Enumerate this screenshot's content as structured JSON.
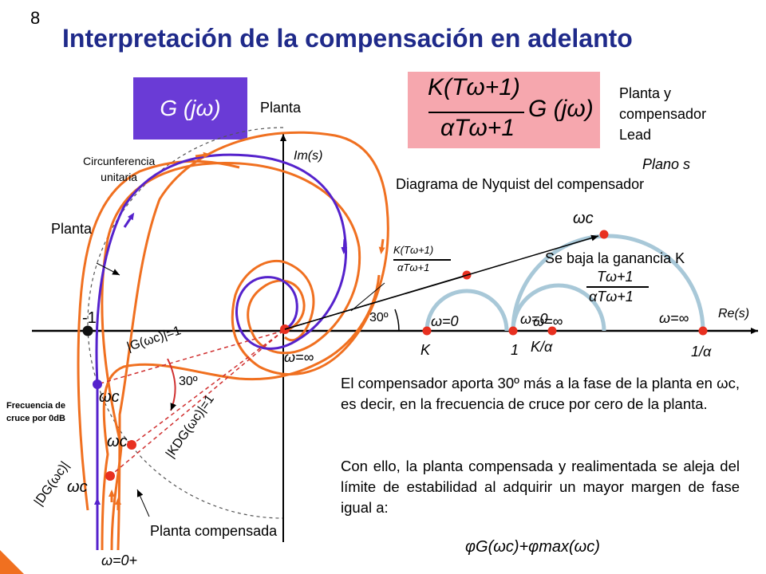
{
  "slide": {
    "page_number": "8",
    "title": "Interpretación de la compensación en adelanto"
  },
  "labels": {
    "plant_box": "G (jω)",
    "plant_caption": "Planta",
    "lead_box_num": "K(Tω+1)",
    "lead_box_den": "αTω+1",
    "lead_box_g": "G (jω)",
    "lead_caption_1": "Planta y",
    "lead_caption_2": "compensador",
    "lead_caption_3": "Lead",
    "plane": "Plano s",
    "nyquist_title": "Diagrama de Nyquist del compensador",
    "im_axis": "Im(s)",
    "re_axis": "Re(s)",
    "unit_circle_1": "Circunferencia",
    "unit_circle_2": "unitaria",
    "plant_curve": "Planta",
    "compensated_curve": "Planta compensada",
    "minus_one": "-1",
    "omega_inf_center": "ω=∞",
    "omega_zero_plus": "ω=0+",
    "g_mag": "|G(ωc)|=1",
    "kdg_mag": "|KDG(ωc)|=1",
    "dg_mag": "|DG(ωc)|",
    "angle_30_left": "30º",
    "angle_30_right": "30º",
    "omega_c_1": "ωc",
    "omega_c_2": "ωc",
    "omega_c_3": "ωc",
    "omega_c_top": "ωc",
    "crossover_1": "Frecuencia de",
    "crossover_2": "cruce por 0dB",
    "small_num": "K(Tω+1)",
    "small_den": "αTω+1",
    "lower_gain": "Se baja la ganancia K",
    "right_num": "Tω+1",
    "right_den": "αTω+1",
    "omega0_a": "ω=0",
    "omega0_b": "ω=0",
    "omega_inf_b": "ω=∞",
    "omega_inf_c": "ω=∞",
    "k_tick": "K",
    "one_tick": "1",
    "k_alpha_tick": "K/α",
    "one_alpha_tick": "1/α"
  },
  "text": {
    "p1": "El compensador aporta 30º más a la fase de la planta en ωc, es decir, en la frecuencia de cruce por cero de la planta.",
    "p2": "Con ello, la planta compensada y realimentada se aleja del límite de estabilidad al adquirir un mayor margen de fase igual a:",
    "formula": "φG(ωc)+φmax(ωc)"
  },
  "colors": {
    "title": "#1f2a8a",
    "plant": "#5522cc",
    "compensated": "#f07020",
    "box_plant": "#6a3bd6",
    "box_lead": "#f6a7ae",
    "semicircle": "#a8c8d8",
    "point": "#e83020",
    "guide": "#d03030"
  }
}
